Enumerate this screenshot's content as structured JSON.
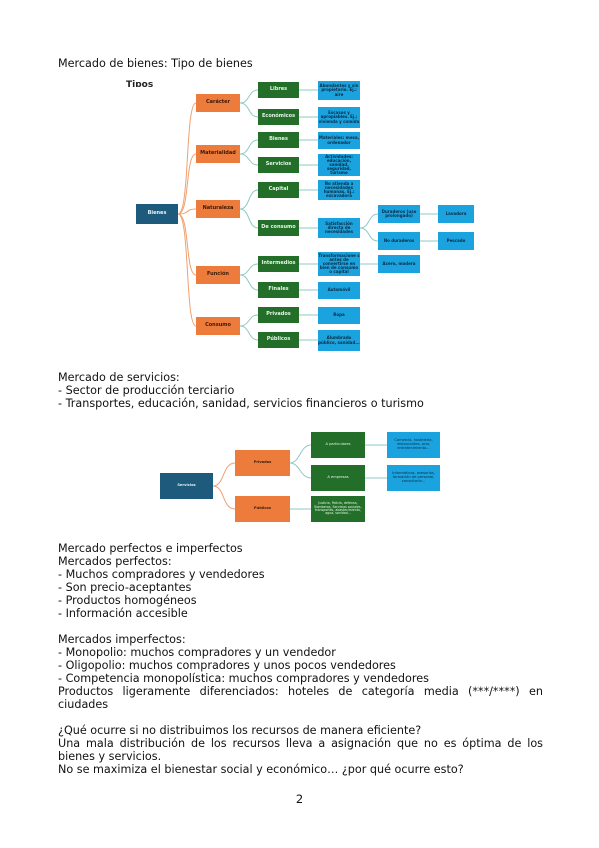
{
  "heading1": "Mercado de bienes: Tipo de bienes",
  "diagram1": {
    "cut_title": "Tipos de bienes",
    "root": "Bienes",
    "categories": [
      "Carácter",
      "Materialidad",
      "Naturaleza",
      "Función",
      "Consumo"
    ],
    "subtypes": [
      "Libres",
      "Económicos",
      "Bienes",
      "Servicios",
      "Capital",
      "De consumo",
      "Intermedios",
      "Finales",
      "Privados",
      "Públicos"
    ],
    "examples": [
      "Abundantes y sin propietario. Ej.: aire",
      "Escasos y apropiables. Ej.: vivienda y comida",
      "Materiales: mesa, ordenador",
      "Actividades: educación, sanidad, seguridad, turismo",
      "No atienda a necesidades humanas. Ej.: excavadora",
      "Satisfacción directa de necesidades",
      "Transformacione s antes de convertirse en bien de consumo o capital",
      "Automóvil",
      "Ropa",
      "Alumbrado público, sanidad..."
    ],
    "consumo_types": [
      "Duraderos (uso prolongado)",
      "No duraderos"
    ],
    "consumo_examples": [
      "Lavadora",
      "Pescado"
    ],
    "intermedios_example": "Acero, madera"
  },
  "section_servicios": {
    "title": "Mercado de servicios:",
    "items": [
      "- Sector de producción terciario",
      "- Transportes, educación, sanidad, servicios financieros o turismo"
    ]
  },
  "diagram2": {
    "root": "Servicios",
    "categories": [
      "Privados",
      "Públicos"
    ],
    "subtypes": [
      "A particulares",
      "A empresas",
      "Justicia, Policía, defensa, Bomberos, Servicios sociales, transportes, abastecimiento, agua, sanidad..."
    ],
    "examples": [
      "Comercio, hostelería, restaurantes, ocio, entretenimiento...",
      "Informáticos, asesorías, formación de personal, consultoría..."
    ]
  },
  "section_perfectos": {
    "title": "Mercado perfectos e imperfectos",
    "subtitle": "Mercados perfectos:",
    "items": [
      "- Muchos compradores y vendedores",
      "- Son precio-aceptantes",
      "- Productos homogéneos",
      "- Información accesible"
    ]
  },
  "section_imperfectos": {
    "title": "Mercados imperfectos:",
    "items": [
      "- Monopolio: muchos compradores y un vendedor",
      "- Oligopolio: muchos compradores y unos pocos vendedores",
      "- Competencia monopolística: muchos compradores y vendedores"
    ],
    "note": "Productos ligeramente diferenciados: hoteles de categoría media (***/****) en ciudades"
  },
  "section_pregunta": {
    "question": "¿Qué ocurre si no distribuimos los recursos de manera eficiente?",
    "answer": "Una mala distribución de los recursos lleva a asignación que no es óptima de los bienes y servicios.",
    "last": "No se maximiza el bienestar social y económico… ¿por qué ocurre esto?"
  },
  "page_number": "2"
}
